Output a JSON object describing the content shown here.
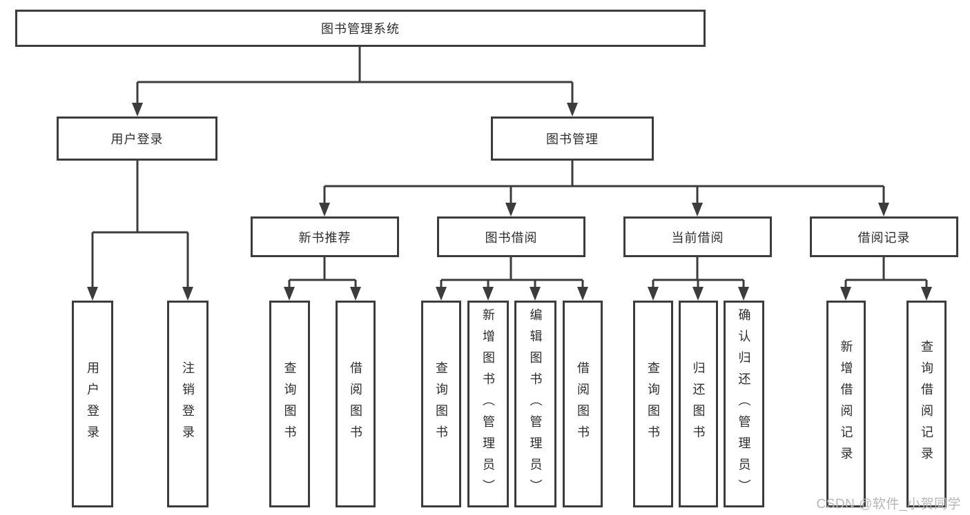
{
  "nodes": {
    "root": "图书管理系统",
    "user_login": "用户登录",
    "book_mgmt": "图书管理",
    "new_book_rec": "新书推荐",
    "book_borrow": "图书借阅",
    "current_borrow": "当前借阅",
    "borrow_records": "借阅记录",
    "ul_user_login": "用户登录",
    "ul_logout": "注销登录",
    "nr_query_book": "查询图书",
    "nr_borrow_book": "借阅图书",
    "bb_query_book": "查询图书",
    "bb_add_book": "新增图书（管理员）",
    "bb_edit_book": "编辑图书（管理员）",
    "bb_borrow_book": "借阅图书",
    "cb_query_book": "查询图书",
    "cb_return_book": "归还图书",
    "cb_confirm_return": "确认归还（管理员）",
    "br_add_record": "新增借阅记录",
    "br_query_record": "查询借阅记录"
  },
  "watermark": "CSDN @软件_小贺同学",
  "colors": {
    "line": "#3c3c3c",
    "text": "#2d2d2d",
    "watermark": "#b6b6b6",
    "background": "#ffffff"
  }
}
